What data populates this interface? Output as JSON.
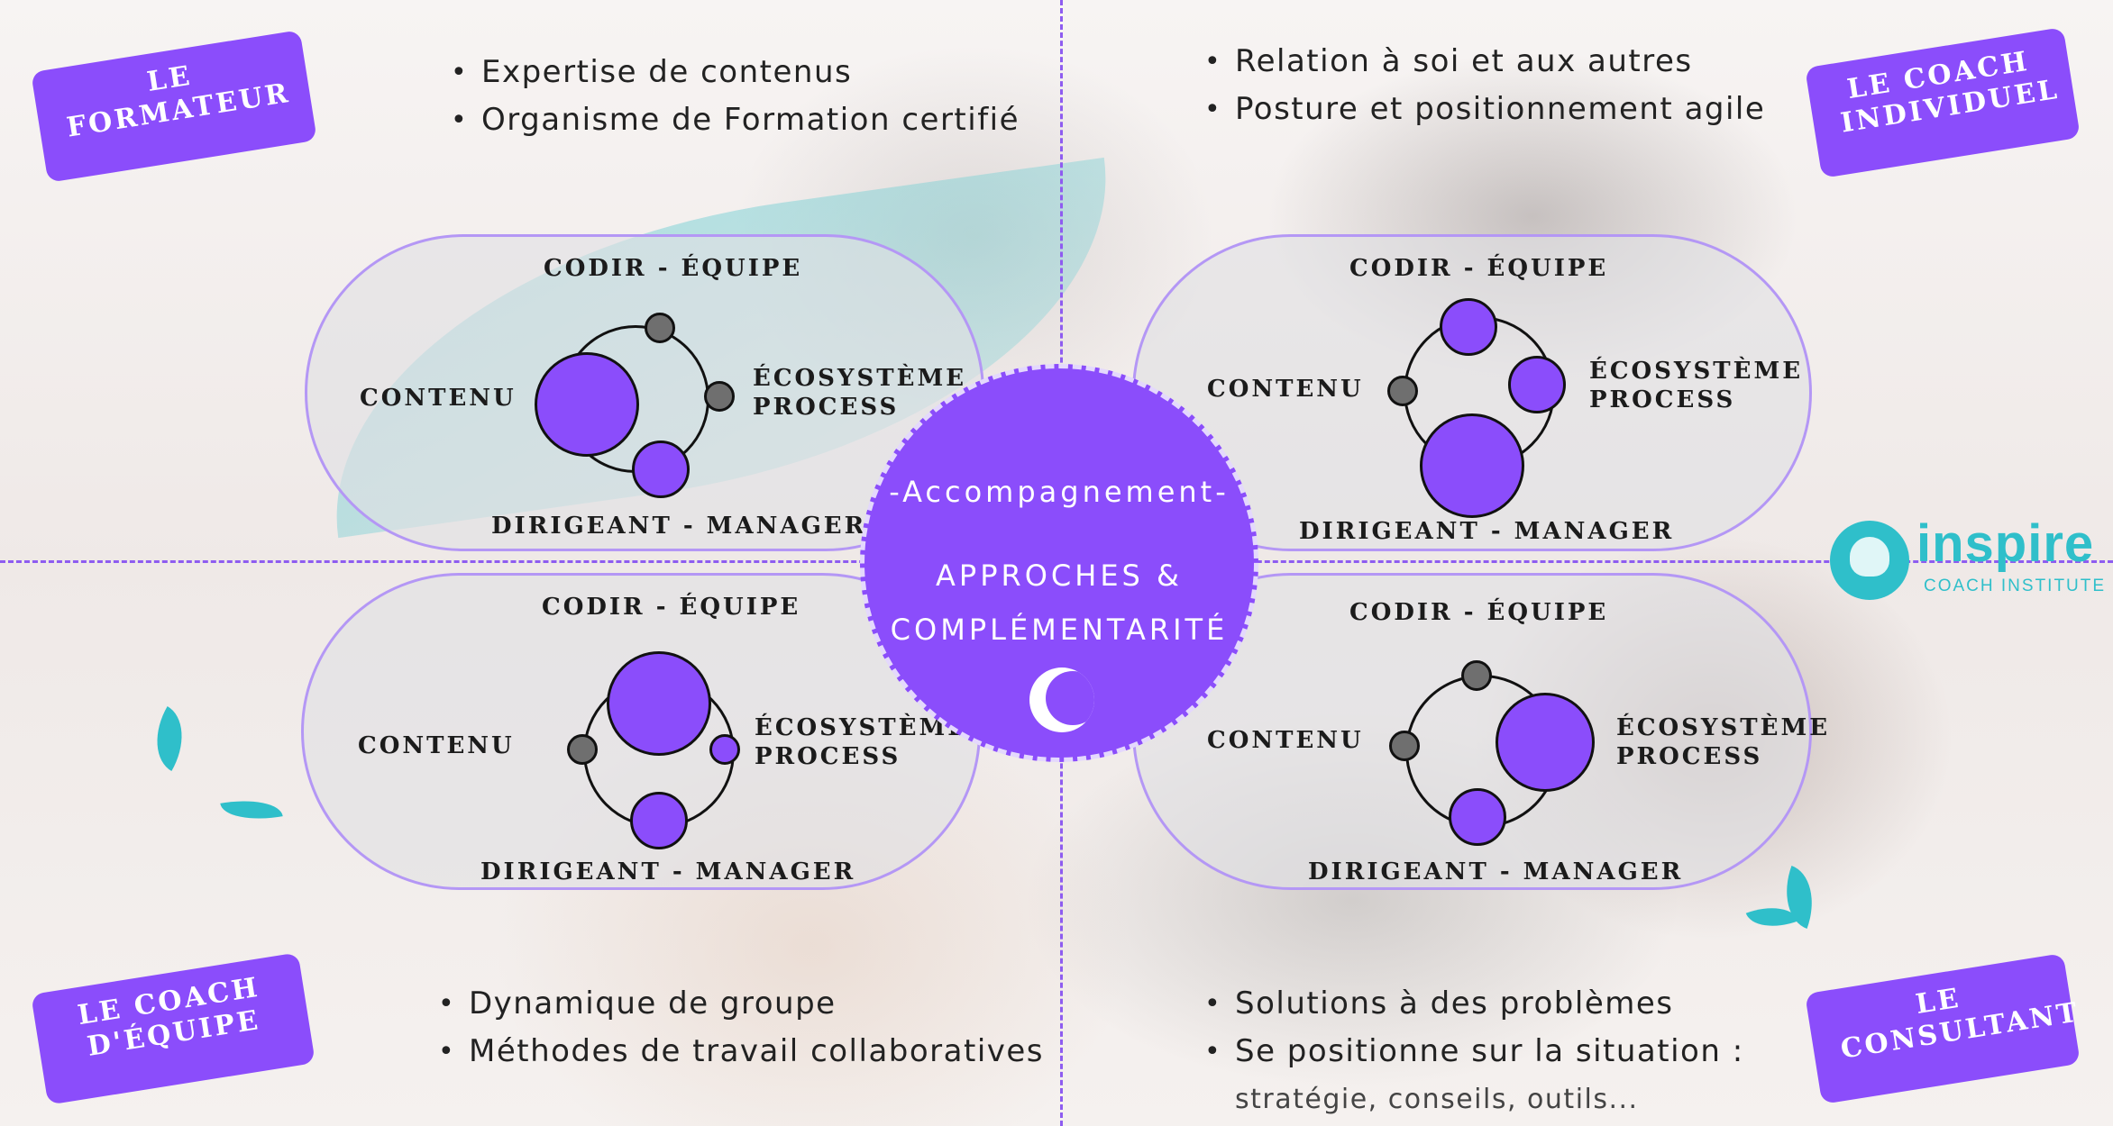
{
  "tags": {
    "formateur": [
      "LE",
      "FORMATEUR"
    ],
    "coach_individuel": [
      "LE COACH",
      "INDIVIDUEL"
    ],
    "coach_equipe": [
      "LE COACH",
      "D'ÉQUIPE"
    ],
    "consultant": [
      "LE",
      "CONSULTANT"
    ]
  },
  "bullets": {
    "formateur": [
      "Expertise de contenus",
      "Organisme de Formation certifié"
    ],
    "coach_individuel": [
      "Relation à soi et aux autres",
      "Posture et positionnement agile"
    ],
    "coach_equipe": [
      "Dynamique de groupe",
      "Méthodes de travail collaboratives"
    ],
    "consultant": [
      "Solutions à des problèmes",
      "Se positionne sur la situation :"
    ],
    "consultant_continuation": "stratégie, conseils, outils..."
  },
  "panels": {
    "formateur": {
      "top": "CODIR - ÉQUIPE",
      "left": "CONTENU",
      "right": [
        "ÉCOSYSTÈME",
        "PROCESS"
      ],
      "bottom": "DIRIGEANT - MANAGER"
    },
    "coach_individuel": {
      "top": "CODIR - ÉQUIPE",
      "left": "CONTENU",
      "right": [
        "ÉCOSYSTÈME",
        "PROCESS"
      ],
      "bottom": "DIRIGEANT - MANAGER"
    },
    "coach_equipe": {
      "top": "CODIR - ÉQUIPE",
      "left": "CONTENU",
      "right": [
        "ÉCOSYSTÈME",
        "PROCESS"
      ],
      "bottom": "DIRIGEANT  -  MANAGER"
    },
    "consultant": {
      "top": "CODIR - ÉQUIPE",
      "left": "CONTENU",
      "right": [
        "ÉCOSYSTÈME",
        "PROCESS"
      ],
      "bottom": "DIRIGEANT - MANAGER"
    }
  },
  "center": {
    "title": "-Accompagnement-",
    "line1": "APPROCHES &",
    "line2": "COMPLÉMENTARITÉ",
    "logo_icon": "tree-icon"
  },
  "brand": {
    "name": "inspire",
    "subtitle": "COACH INSTITUTE",
    "emblem_icon": "tree-emblem-icon"
  },
  "colors": {
    "accent": "#8b4dfb",
    "teal": "#2fbfca",
    "panel_border": "#b497f5",
    "gray_dot": "#6f6f6f"
  }
}
